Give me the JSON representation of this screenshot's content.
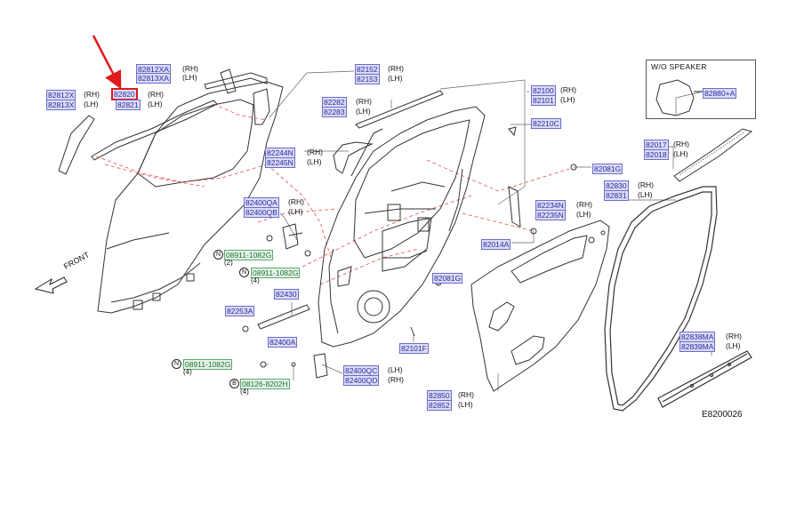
{
  "callouts": [
    {
      "id": "c1",
      "code": "82812XA",
      "side": "(RH)",
      "color": "blue"
    },
    {
      "id": "c2",
      "code": "82813XA",
      "side": "(LH)",
      "color": "blue"
    },
    {
      "id": "c3",
      "code": "82812X",
      "side": "(RH)",
      "color": "blue"
    },
    {
      "id": "c4",
      "code": "82813X",
      "side": "(LH)",
      "color": "blue"
    },
    {
      "id": "c5",
      "code": "82820",
      "side": "(RH)",
      "color": "blue",
      "highlight": true
    },
    {
      "id": "c6",
      "code": "82821",
      "side": "(LH)",
      "color": "blue"
    },
    {
      "id": "c7",
      "code": "82152",
      "side": "(RH)",
      "color": "blue"
    },
    {
      "id": "c8",
      "code": "82153",
      "side": "(LH)",
      "color": "blue"
    },
    {
      "id": "c9",
      "code": "82282",
      "side": "(RH)",
      "color": "blue"
    },
    {
      "id": "c10",
      "code": "82283",
      "side": "(LH)",
      "color": "blue"
    },
    {
      "id": "c11",
      "code": "82100",
      "side": "(RH)",
      "color": "blue"
    },
    {
      "id": "c12",
      "code": "82101",
      "side": "(LH)",
      "color": "blue"
    },
    {
      "id": "c13",
      "code": "82210C",
      "side": "",
      "color": "blue"
    },
    {
      "id": "c14",
      "code": "82244N",
      "side": "(RH)",
      "color": "blue"
    },
    {
      "id": "c15",
      "code": "82245N",
      "side": "(LH)",
      "color": "blue"
    },
    {
      "id": "c16",
      "code": "82081G",
      "side": "",
      "color": "blue"
    },
    {
      "id": "c17",
      "code": "82017",
      "side": "(RH)",
      "color": "blue"
    },
    {
      "id": "c18",
      "code": "82018",
      "side": "(LH)",
      "color": "blue"
    },
    {
      "id": "c19",
      "code": "82880+A",
      "side": "",
      "color": "blue"
    },
    {
      "id": "c20",
      "code": "82830",
      "side": "(RH)",
      "color": "blue"
    },
    {
      "id": "c21",
      "code": "82831",
      "side": "(LH)",
      "color": "blue"
    },
    {
      "id": "c22",
      "code": "82400QA",
      "side": "(RH)",
      "color": "blue"
    },
    {
      "id": "c23",
      "code": "82400QB",
      "side": "(LH)",
      "color": "blue"
    },
    {
      "id": "c24",
      "code": "82234N",
      "side": "(RH)",
      "color": "blue"
    },
    {
      "id": "c25",
      "code": "82235N",
      "side": "(LH)",
      "color": "blue"
    },
    {
      "id": "c26",
      "code": "08911-1082G",
      "side": "",
      "color": "green",
      "prefix": "N",
      "qty": "(2)"
    },
    {
      "id": "c27",
      "code": "08911-1082G",
      "side": "",
      "color": "green",
      "prefix": "N",
      "qty": "(4)"
    },
    {
      "id": "c28",
      "code": "82014A",
      "side": "",
      "color": "blue"
    },
    {
      "id": "c29",
      "code": "82430",
      "side": "",
      "color": "blue"
    },
    {
      "id": "c30",
      "code": "82081G",
      "side": "",
      "color": "blue"
    },
    {
      "id": "c31",
      "code": "82253A",
      "side": "",
      "color": "blue"
    },
    {
      "id": "c32",
      "code": "82400A",
      "side": "",
      "color": "blue"
    },
    {
      "id": "c33",
      "code": "82101F",
      "side": "",
      "color": "blue"
    },
    {
      "id": "c34",
      "code": "08911-1082G",
      "side": "",
      "color": "green",
      "prefix": "N",
      "qty": "(4)"
    },
    {
      "id": "c35",
      "code": "82400QC",
      "side": "(LH)",
      "color": "blue"
    },
    {
      "id": "c36",
      "code": "82400QD",
      "side": "(RH)",
      "color": "blue"
    },
    {
      "id": "c37",
      "code": "08126-8202H",
      "side": "",
      "color": "green",
      "prefix": "B",
      "qty": "(4)"
    },
    {
      "id": "c38",
      "code": "82838MA",
      "side": "(RH)",
      "color": "blue"
    },
    {
      "id": "c39",
      "code": "82839MA",
      "side": "(LH)",
      "color": "blue"
    },
    {
      "id": "c40",
      "code": "82850",
      "side": "(RH)",
      "color": "blue"
    },
    {
      "id": "c41",
      "code": "82852",
      "side": "(LH)",
      "color": "blue"
    }
  ],
  "inset_title": "W/O  SPEAKER",
  "front_label": "FRONT",
  "diagram_code": "E8200026",
  "colors": {
    "part_blue": "#2a2aa0",
    "part_fill": "#dcdcf7",
    "part_green": "#1f6e3a",
    "highlight": "#e01a1a",
    "line": "#333333",
    "dash": "#e05050"
  }
}
